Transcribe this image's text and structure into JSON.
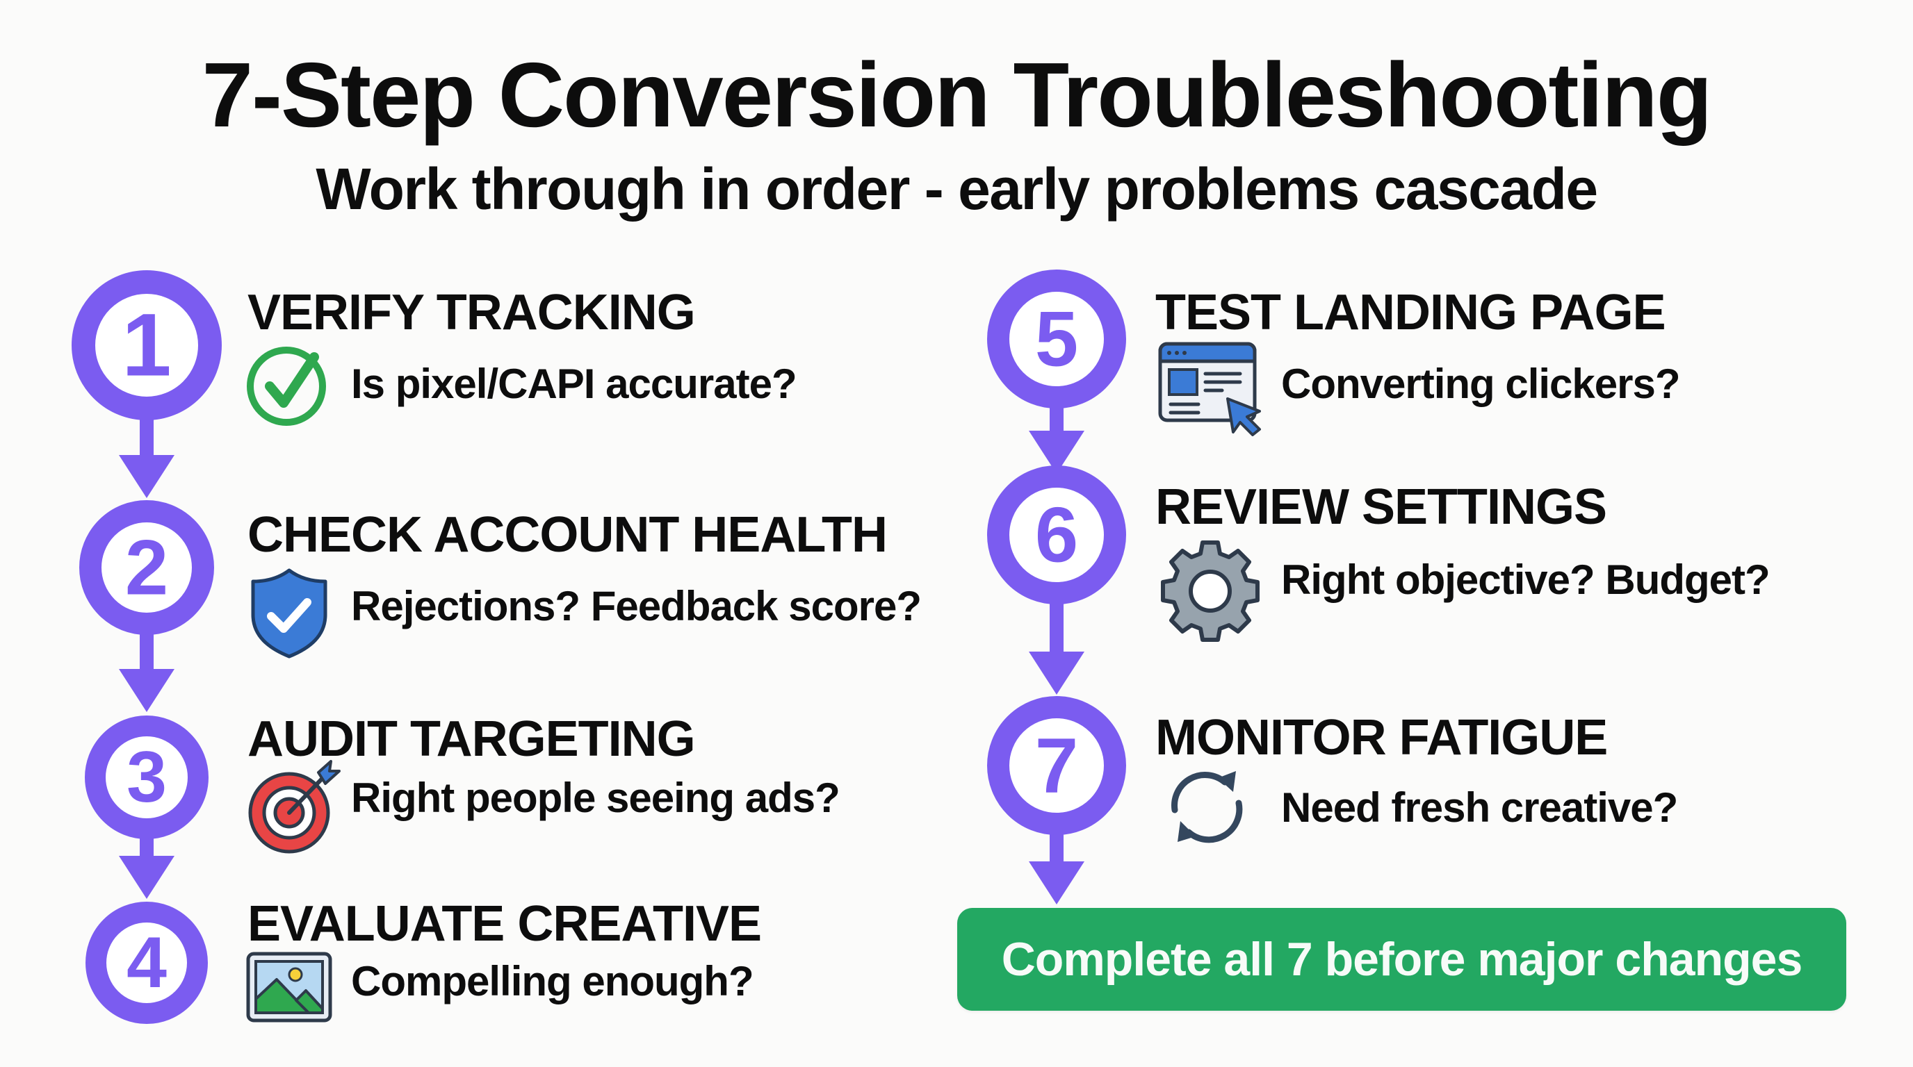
{
  "header": {
    "title": "7-Step Conversion Troubleshooting",
    "subtitle": "Work through in order - early problems cascade"
  },
  "colors": {
    "accent_purple": "#7b5cf0",
    "cta_green": "#23a862",
    "text": "#0d0d0d",
    "background": "#fbfbfa"
  },
  "steps": [
    {
      "number": "1",
      "heading": "VERIFY TRACKING",
      "description": "Is pixel/CAPI accurate?",
      "icon": "check-circle-icon"
    },
    {
      "number": "2",
      "heading": "CHECK ACCOUNT HEALTH",
      "description": "Rejections? Feedback score?",
      "icon": "shield-check-icon"
    },
    {
      "number": "3",
      "heading": "AUDIT TARGETING",
      "description": "Right people seeing ads?",
      "icon": "target-icon"
    },
    {
      "number": "4",
      "heading": "EVALUATE CREATIVE",
      "description": "Compelling enough?",
      "icon": "image-icon"
    },
    {
      "number": "5",
      "heading": "TEST LANDING PAGE",
      "description": "Converting clickers?",
      "icon": "browser-cursor-icon"
    },
    {
      "number": "6",
      "heading": "REVIEW SETTINGS",
      "description": "Right objective? Budget?",
      "icon": "gear-icon"
    },
    {
      "number": "7",
      "heading": "MONITOR FATIGUE",
      "description": "Need fresh creative?",
      "icon": "refresh-icon"
    }
  ],
  "cta": {
    "label": "Complete all 7 before major changes"
  }
}
